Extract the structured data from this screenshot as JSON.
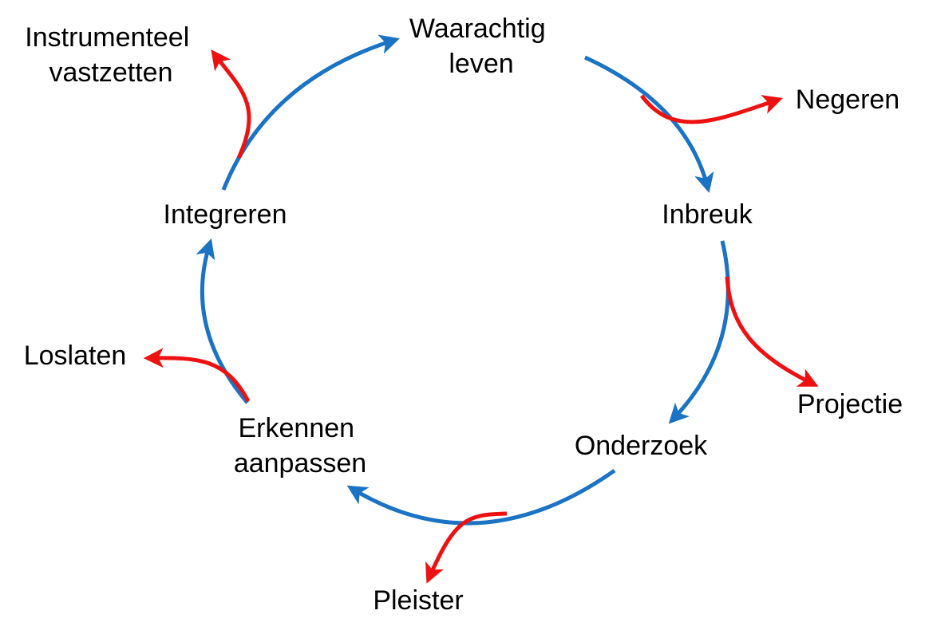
{
  "colors": {
    "cycle": "#1A73C4",
    "exit": "#EE1111",
    "text": "#000000",
    "background": "#FFFFFF"
  },
  "cycle_nodes": [
    {
      "id": "waarachtig",
      "lines": [
        "Waarachtig",
        "leven"
      ]
    },
    {
      "id": "inbreuk",
      "lines": [
        "Inbreuk"
      ]
    },
    {
      "id": "onderzoek",
      "lines": [
        "Onderzoek"
      ]
    },
    {
      "id": "erkennen",
      "lines": [
        "Erkennen",
        "aanpassen"
      ]
    },
    {
      "id": "integreren",
      "lines": [
        "Integreren"
      ]
    }
  ],
  "exit_nodes": [
    {
      "id": "negeren",
      "lines": [
        "Negeren"
      ]
    },
    {
      "id": "projectie",
      "lines": [
        "Projectie"
      ]
    },
    {
      "id": "pleister",
      "lines": [
        "Pleister"
      ]
    },
    {
      "id": "loslaten",
      "lines": [
        "Loslaten"
      ]
    },
    {
      "id": "instrumenteel",
      "lines": [
        "Instrumenteel",
        "vastzetten"
      ]
    }
  ]
}
